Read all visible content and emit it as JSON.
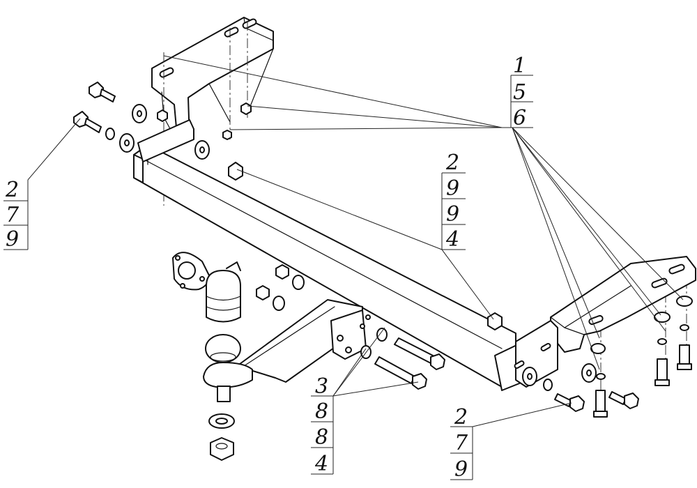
{
  "callouts": {
    "top_right": {
      "lines": [
        "1",
        "5",
        "6"
      ]
    },
    "left": {
      "lines": [
        "2",
        "7",
        "9"
      ]
    },
    "middle": {
      "lines": [
        "2",
        "9",
        "9",
        "4"
      ]
    },
    "bottom_middle": {
      "lines": [
        "3",
        "8",
        "8",
        "4"
      ]
    },
    "bottom_right": {
      "lines": [
        "2",
        "7",
        "9"
      ]
    }
  }
}
